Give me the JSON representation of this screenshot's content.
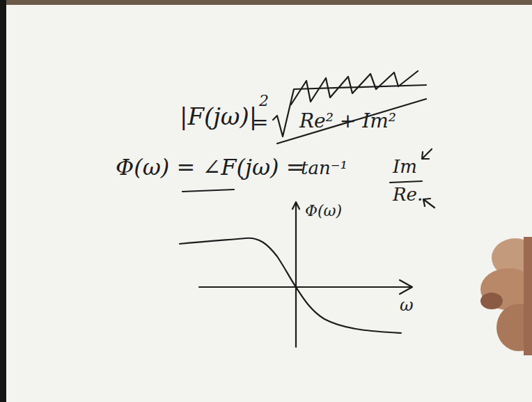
{
  "diagram": {
    "labels": [
      "|F(jω)|",
      "2",
      "=",
      "Re² + Im²",
      "Φ(ω) = ∠F(jω) =",
      "tan⁻¹",
      "Im",
      "Re.",
      "Φ(ω)",
      "ω"
    ]
  }
}
